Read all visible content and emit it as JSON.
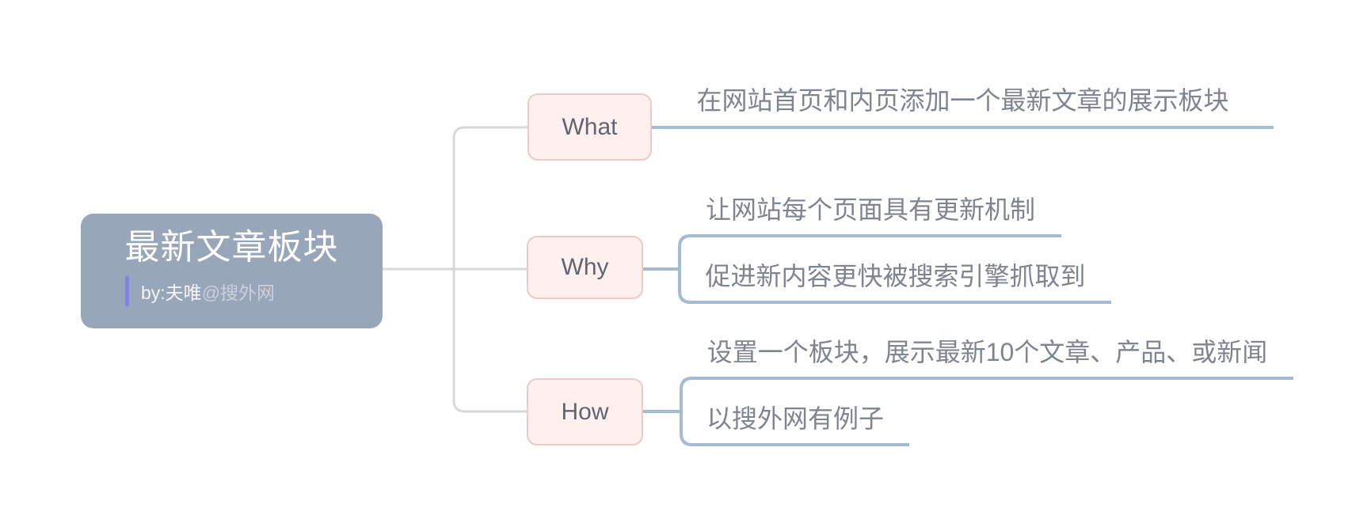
{
  "theme": {
    "background": "#ffffff",
    "root_fill": "#98a6b9",
    "root_title_color": "#ffffff",
    "root_author_prefix_color": "#f2f5f9",
    "root_author_suffix_color": "#c9d1dd",
    "accent_bar_color": "#8086e8",
    "topic_fill": "#fdf0ef",
    "topic_border": "#eecac6",
    "topic_text_color": "#5f6670",
    "detail_text_color": "#7e8491",
    "trunk_line_color": "#d9d9d9",
    "branch_line_color": "#a4bcd3"
  },
  "root": {
    "title": "最新文章板块",
    "author_prefix": "by:夫唯",
    "author_suffix": "@搜外网"
  },
  "branches": [
    {
      "id": "what",
      "label": "What",
      "children": [
        "在网站首页和内页添加一个最新文章的展示板块"
      ]
    },
    {
      "id": "why",
      "label": "Why",
      "children": [
        "让网站每个页面具有更新机制",
        "促进新内容更快被搜索引擎抓取到"
      ]
    },
    {
      "id": "how",
      "label": "How",
      "children": [
        "设置一个板块，展示最新10个文章、产品、或新闻",
        "以搜外网有例子"
      ]
    }
  ]
}
